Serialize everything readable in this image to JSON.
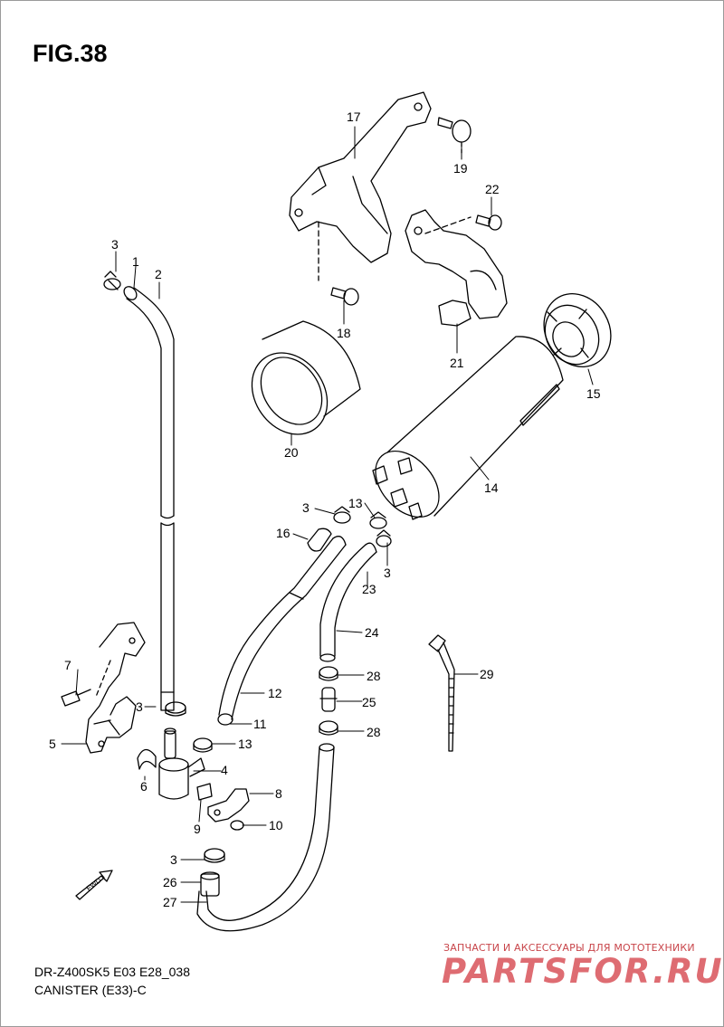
{
  "title": "FIG.38",
  "footer": {
    "model_code": "DR-Z400SK5 E03 E28_038",
    "section_name": "CANISTER (E33)-C"
  },
  "watermark": {
    "tagline": "ЗАПЧАСТИ И АКСЕССУАРЫ ДЛЯ МОТОТЕХНИКИ",
    "logo": "PARTSFOR.RU",
    "color": "#d9535a"
  },
  "fwd_label": "FWD",
  "callouts": {
    "c1": "1",
    "c2": "2",
    "c3a": "3",
    "c3b": "3",
    "c3c": "3",
    "c3d": "3",
    "c3e": "3",
    "c4": "4",
    "c5": "5",
    "c6": "6",
    "c7": "7",
    "c8": "8",
    "c9": "9",
    "c10": "10",
    "c11": "11",
    "c12": "12",
    "c13a": "13",
    "c13b": "13",
    "c14": "14",
    "c15": "15",
    "c16": "16",
    "c17": "17",
    "c18": "18",
    "c19": "19",
    "c20": "20",
    "c21": "21",
    "c22": "22",
    "c23": "23",
    "c24": "24",
    "c25": "25",
    "c26": "26",
    "c27": "27",
    "c28a": "28",
    "c28b": "28",
    "c29": "29"
  }
}
